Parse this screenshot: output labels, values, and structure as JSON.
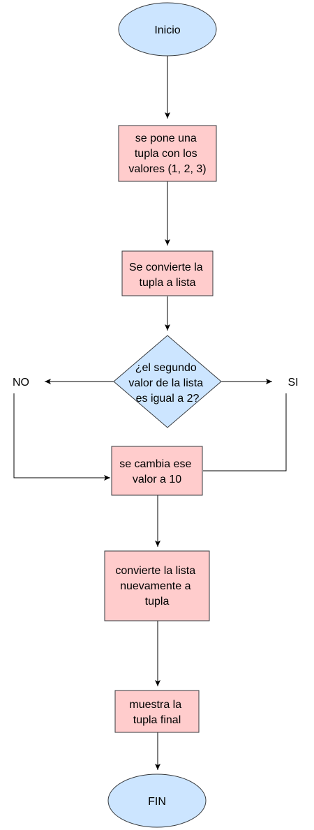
{
  "colors": {
    "start_end_fill": "#cce5ff",
    "start_end_stroke": "#36393d",
    "process_fill": "#ffcccc",
    "process_stroke": "#36393d",
    "decision_fill": "#cce5ff",
    "decision_stroke": "#36393d",
    "connector": "#000000"
  },
  "nodes": {
    "start": {
      "lines": [
        "Inicio"
      ]
    },
    "step1": {
      "lines": [
        "se pone una",
        "tupla con los",
        "valores (1, 2, 3)"
      ]
    },
    "step2": {
      "lines": [
        "Se convierte la",
        "tupla a lista"
      ]
    },
    "decision": {
      "lines": [
        "¿el segundo",
        "valor de la lista",
        "es igual a 2?"
      ]
    },
    "step3": {
      "lines": [
        "se cambia ese",
        "valor a 10"
      ]
    },
    "step4": {
      "lines": [
        "convierte la lista",
        "nuevamente a",
        "tupla"
      ]
    },
    "step5": {
      "lines": [
        "muestra la",
        "tupla final"
      ]
    },
    "end": {
      "lines": [
        "FIN"
      ]
    }
  },
  "branches": {
    "no_label": "NO",
    "si_label": "SI"
  }
}
